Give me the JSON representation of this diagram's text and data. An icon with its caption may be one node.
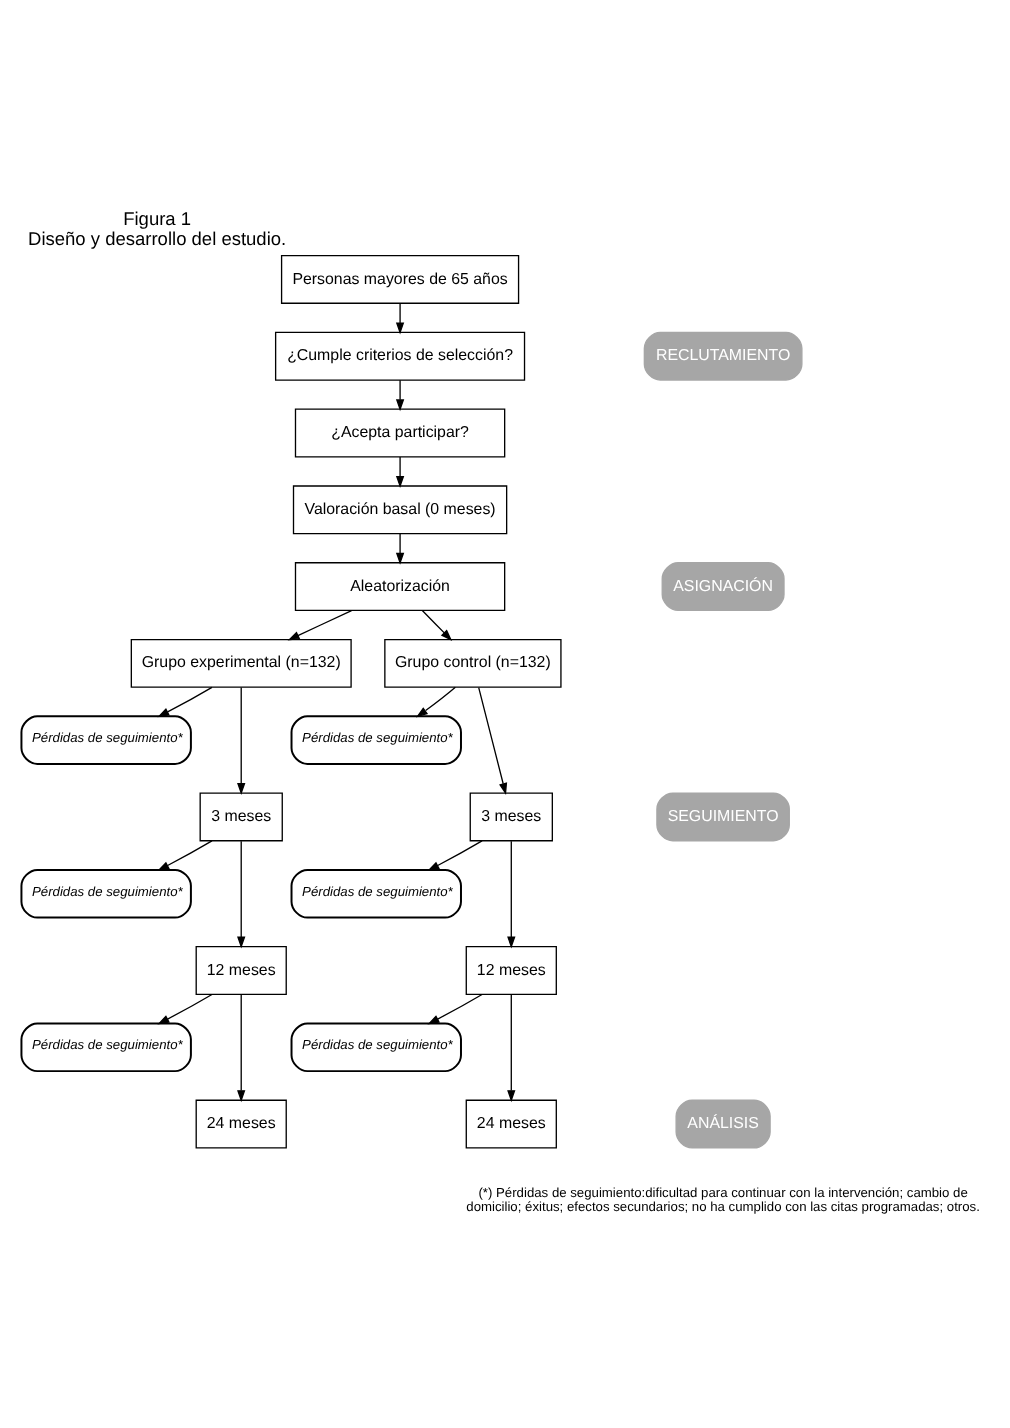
{
  "diagram": {
    "title": "Figura 1",
    "caption": "Diseño y desarrollo del estudio.",
    "nodes": [
      {
        "text": [
          "Personas mayores de 65 años"
        ]
      },
      {
        "text": [
          "¿Cumple criterios de selección?"
        ]
      },
      {
        "text": [
          "¿Acepta participar?"
        ]
      },
      {
        "text": [
          "Valoración basal (0 meses)"
        ]
      },
      {
        "text": [
          "Aleatorización"
        ]
      },
      {
        "text": [
          "Grupo experimental (n=132)"
        ]
      },
      {
        "text": [
          "Grupo control (n=132)"
        ]
      },
      {
        "text": [
          "Pérdidas de seguimiento*"
        ]
      },
      {
        "text": [
          "Pérdidas de seguimiento*"
        ]
      },
      {
        "text": [
          "3 meses"
        ]
      },
      {
        "text": [
          "3 meses"
        ]
      },
      {
        "text": [
          "Pérdidas de seguimiento*"
        ]
      },
      {
        "text": [
          "Pérdidas de seguimiento*"
        ]
      },
      {
        "text": [
          "12 meses"
        ]
      },
      {
        "text": [
          "12 meses"
        ]
      },
      {
        "text": [
          "Pérdidas de seguimiento*"
        ]
      },
      {
        "text": [
          "Pérdidas de seguimiento*"
        ]
      },
      {
        "text": [
          "24 meses"
        ]
      },
      {
        "text": [
          "24 meses"
        ]
      },
      {
        "text": [
          "RECLUTAMIENTO"
        ]
      },
      {
        "text": [
          "ASIGNACIÓN"
        ]
      },
      {
        "text": [
          "SEGUIMIENTO"
        ]
      },
      {
        "text": [
          "ANÁLISIS"
        ]
      }
    ],
    "edges": [
      {
        "from": 0,
        "to": 1,
        "arrow": "to"
      },
      {
        "from": 1,
        "to": 2,
        "arrow": "to"
      },
      {
        "from": 2,
        "to": 3,
        "arrow": "to"
      },
      {
        "from": 3,
        "to": 4,
        "arrow": "to"
      },
      {
        "from": 4,
        "to": 5,
        "arrow": "to"
      },
      {
        "from": 4,
        "to": 6,
        "arrow": "to"
      },
      {
        "from": 5,
        "to": 7,
        "arrow": "to"
      },
      {
        "from": 5,
        "to": 9,
        "arrow": "to"
      },
      {
        "from": 6,
        "to": 8,
        "arrow": "to"
      },
      {
        "from": 6,
        "to": 10,
        "arrow": "to"
      },
      {
        "from": 9,
        "to": 11,
        "arrow": "to"
      },
      {
        "from": 9,
        "to": 13,
        "arrow": "to"
      },
      {
        "from": 10,
        "to": 12,
        "arrow": "to"
      },
      {
        "from": 10,
        "to": 14,
        "arrow": "to"
      },
      {
        "from": 13,
        "to": 15,
        "arrow": "to"
      },
      {
        "from": 13,
        "to": 17,
        "arrow": "to"
      },
      {
        "from": 14,
        "to": 16,
        "arrow": "to"
      },
      {
        "from": 14,
        "to": 18,
        "arrow": "to"
      }
    ],
    "labels": [
      "(*) Pérdidas de seguimiento:dificultad para continuar con la intervención; cambio de domicilio; éxitus; efectos secundarios; no ha cumplido con las citas programadas; otros."
    ]
  }
}
